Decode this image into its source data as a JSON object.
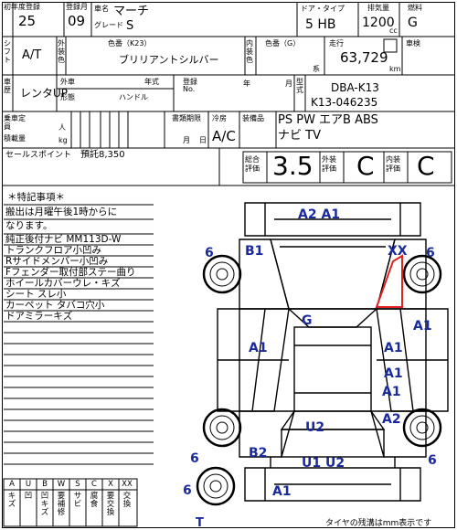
{
  "header": {
    "first_reg_label": "初年度登録",
    "first_reg_value": "25",
    "reg_month_label": "登録月",
    "reg_month_value": "09",
    "car_name_label": "車名",
    "car_name_value": "マーチ",
    "grade_label": "グレード",
    "grade_value": "S",
    "door_type_label": "ドア・タイプ",
    "door_type_value": "5 HB",
    "displacement_label": "排気量",
    "displacement_value": "1200",
    "displacement_unit": "cc",
    "fuel_label": "燃料",
    "fuel_value": "G"
  },
  "row2": {
    "shift_label": "シフト",
    "shift_value": "A/T",
    "exterior_label": "外装色",
    "color_label": "色番（K23）",
    "color_value": "ブリリアントシルバー",
    "interior_label": "内装色",
    "interior_color_label": "色番（G）",
    "mileage_label": "走行",
    "mileage_value": "63,729",
    "mileage_unit": "km",
    "inspection_label": "車検",
    "plate_label": "",
    "plate_suffix": "系"
  },
  "row3": {
    "history_label": "車歴",
    "history_value": "レンタUP",
    "exterior_row_label": "外車",
    "model_year_label": "年式",
    "shape_label": "形態",
    "handle_label": "ハンドル",
    "registration_no_label": "登録 No.",
    "year_label": "年",
    "month_label": "月",
    "model_label": "型式",
    "model_value": "DBA-K13",
    "chassis_value": "K13-046235"
  },
  "row4": {
    "capacity_label": "乗車定員",
    "capacity_unit": "人",
    "load_label": "積載量",
    "load_unit": "kg",
    "doc_label": "書類期限",
    "month_unit": "月",
    "day_unit": "日",
    "ac_label": "冷房",
    "ac_value": "A/C",
    "equipment_label": "装備品",
    "equipment_line1": "PS PW エアB ABS",
    "equipment_line2": "ナビ TV"
  },
  "sales_point": {
    "label": "セールスポイント",
    "value": "預託8,350"
  },
  "scores": {
    "overall_label": "総合評価",
    "overall_value": "3.5",
    "exterior_label": "外装評価",
    "exterior_value": "C",
    "interior_label": "内装評価",
    "interior_value": "C"
  },
  "notes": {
    "title": "＊特記事項＊",
    "lines": [
      "搬出は月曜午後1時からに",
      "なります。",
      "純正後付ナビ MM113D-W",
      "トランクフロア小凹み",
      "Rサイドメンバー小凹み",
      "Fフェンダー取付部ステー曲り",
      "ホイールカバーウレ・キズ",
      "シート スレ小",
      "カーペット タバコ穴小",
      "ドアミラーキズ"
    ]
  },
  "legend": {
    "codes": [
      "A",
      "U",
      "B",
      "W",
      "S",
      "C",
      "X",
      "XX"
    ],
    "meanings": [
      "キズ",
      "凹",
      "凹キズ",
      "要補修",
      "サビ",
      "腐食",
      "要交換",
      "交換"
    ]
  },
  "damage": {
    "a2_a1_top": "A2 A1",
    "b1": "B1",
    "xx": "XX",
    "tire_fl": "6",
    "tire_fr": "6",
    "g": "G",
    "a1_right_cowl": "A1",
    "a1_left_door": "A1",
    "a1_right_door1": "A1",
    "a1_right_door2": "A1",
    "a1_right_door3": "A1",
    "a2_right_rear": "A2",
    "u2": "U2",
    "b2": "B2",
    "u1_u2": "U1 U2",
    "tire_rl": "6",
    "tire_rr": "6",
    "a1_bottom": "A1",
    "spare_tire": "6",
    "t": "T"
  },
  "footer": {
    "tire_note": "タイヤの残溝はmm表示です"
  },
  "colors": {
    "damage_text": "#1a2a9c",
    "highlight": "#e02020"
  }
}
